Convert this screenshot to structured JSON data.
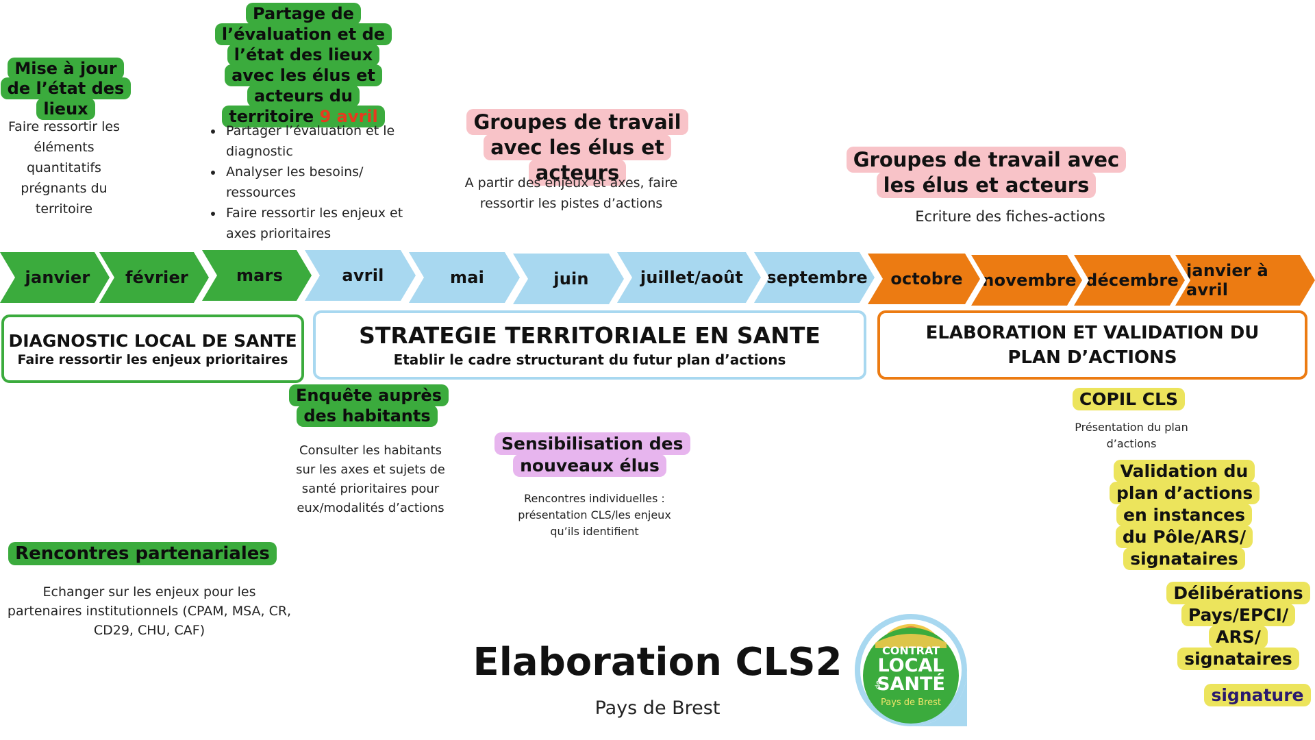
{
  "title": "Elaboration CLS2",
  "subtitle": "Pays de Brest",
  "months": [
    {
      "label": "janvier",
      "color": "#3bab3d"
    },
    {
      "label": "février",
      "color": "#3bab3d"
    },
    {
      "label": "mars",
      "color": "#3bab3d"
    },
    {
      "label": "avril",
      "color": "#a8d8f0"
    },
    {
      "label": "mai",
      "color": "#a8d8f0"
    },
    {
      "label": "juin",
      "color": "#a8d8f0"
    },
    {
      "label": "juillet/août",
      "color": "#a8d8f0"
    },
    {
      "label": "septembre",
      "color": "#a8d8f0"
    },
    {
      "label": "octobre",
      "color": "#ec7b12"
    },
    {
      "label": "novembre",
      "color": "#ec7b12"
    },
    {
      "label": "décembre",
      "color": "#ec7b12"
    },
    {
      "label": "janvier à avril",
      "color": "#ec7b12"
    }
  ],
  "phases": {
    "diagnostic": {
      "title": "DIAGNOSTIC LOCAL DE SANTE",
      "subtitle": "Faire ressortir les enjeux prioritaires",
      "color": "#3bab3d"
    },
    "strategie": {
      "title": "STRATEGIE TERRITORIALE EN SANTE",
      "subtitle": "Etablir le cadre structurant du futur plan d’actions",
      "color": "#a8d8f0"
    },
    "elaboration": {
      "title": "ELABORATION ET VALIDATION DU PLAN D’ACTIONS",
      "color": "#ec7b12"
    }
  },
  "above": {
    "maj": {
      "label": "Mise à jour de l’état des lieux",
      "desc": "Faire ressortir les éléments quantitatifs prégnants du territoire"
    },
    "partage": {
      "label": "Partage de l’évaluation et de l’état des lieux avec les élus et acteurs du territoire",
      "date": "9 avril",
      "date_color": "#e63a1f",
      "bullets": [
        "Partager l’évaluation et le diagnostic",
        "Analyser les besoins/ ressources",
        "Faire ressortir les enjeux et axes prioritaires"
      ]
    },
    "groupes1": {
      "label": "Groupes de travail avec les élus et acteurs",
      "desc": "A partir des enjeux et axes, faire ressortir les pistes d’actions"
    },
    "groupes2": {
      "label": "Groupes de travail  avec les élus et acteurs",
      "desc": "Ecriture des fiches-actions"
    }
  },
  "below": {
    "enquete": {
      "label": "Enquête auprès des habitants",
      "desc": "Consulter les habitants sur les axes et sujets de santé prioritaires pour eux/modalités d’actions"
    },
    "sensibilisation": {
      "label": "Sensibilisation des nouveaux élus",
      "desc": "Rencontres individuelles : présentation CLS/les enjeux qu’ils identifient"
    },
    "rencontres": {
      "label": "Rencontres partenariales",
      "desc": "Echanger sur les enjeux pour les partenaires institutionnels (CPAM, MSA, CR, CD29, CHU, CAF)"
    },
    "copil": {
      "label": "COPIL CLS",
      "desc": "Présentation du plan d’actions"
    },
    "validation": {
      "label": "Validation du plan d’actions en instances du Pôle/ARS/ signataires"
    },
    "deliberations": {
      "label": "Délibérations Pays/EPCI/ ARS/ signataires"
    },
    "signature": {
      "label": "signature",
      "color": "#2a1a6e"
    }
  },
  "logo": {
    "line1": "CONTRAT",
    "line2": "LOCAL",
    "small": "de",
    "line3": "SANTÉ",
    "line4": "Pays de Brest"
  }
}
